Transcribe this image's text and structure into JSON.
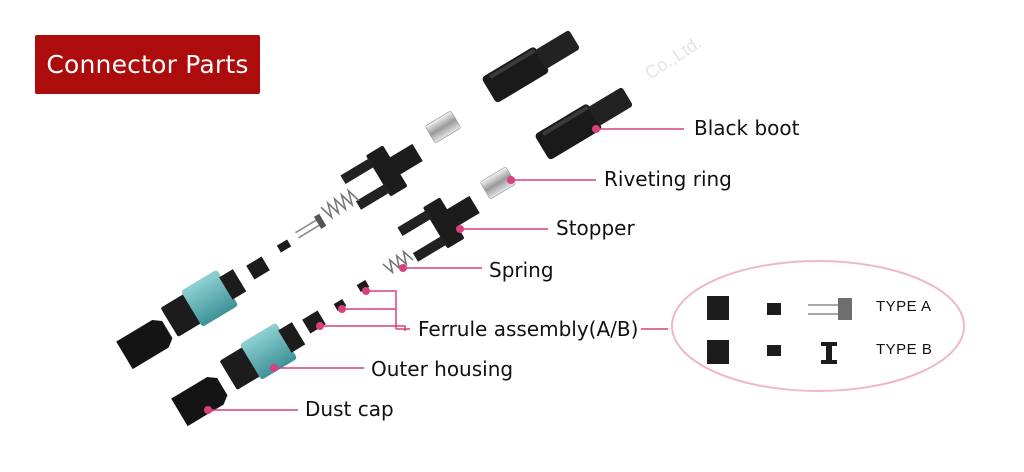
{
  "title": "Connector Parts",
  "watermark": "Co.,Ltd.",
  "labels": {
    "black_boot": "Black boot",
    "riveting_ring": "Riveting ring",
    "stopper": "Stopper",
    "spring": "Spring",
    "ferrule_assembly": "Ferrule assembly(A/B)",
    "outer_housing": "Outer housing",
    "dust_cap": "Dust cap"
  },
  "types": {
    "a": "TYPE A",
    "b": "TYPE B"
  },
  "colors": {
    "title_bg": "#ac0c0c",
    "leader": "#d9417e",
    "housing": "#5fb4b8",
    "body": "#1c1c1c",
    "metal": "#c9c9c9",
    "ellipse_border": "#f0b6cf"
  }
}
